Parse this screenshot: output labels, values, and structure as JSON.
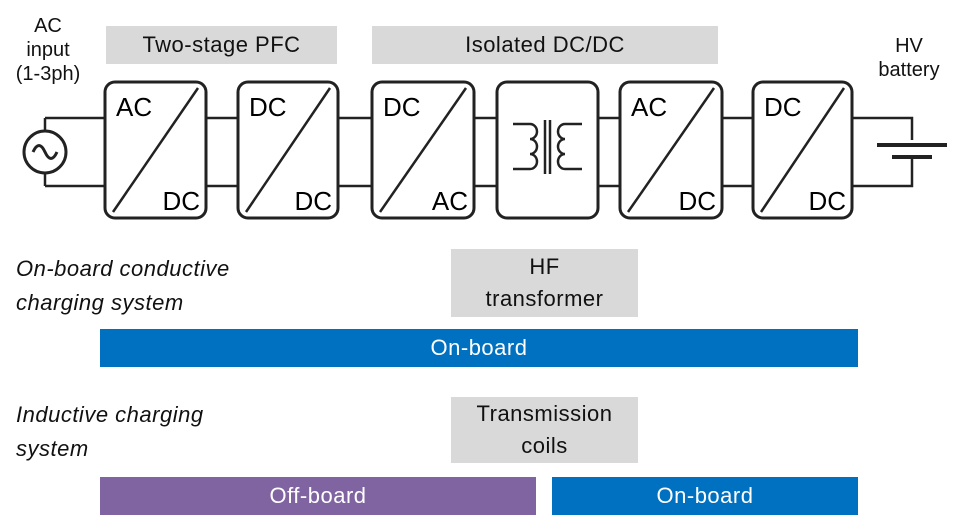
{
  "input_label": [
    "AC",
    "input",
    "(1-3ph)"
  ],
  "battery_label": [
    "HV",
    "battery"
  ],
  "stage_groups": {
    "pfc": "Two-stage PFC",
    "dcdc": "Isolated DC/DC"
  },
  "converters": [
    {
      "top": "AC",
      "bottom": "DC"
    },
    {
      "top": "DC",
      "bottom": "DC"
    },
    {
      "top": "DC",
      "bottom": "AC"
    },
    {
      "top": "AC",
      "bottom": "DC"
    },
    {
      "top": "DC",
      "bottom": "DC"
    }
  ],
  "conductive": {
    "system_label": [
      "On-board conductive",
      "charging system"
    ],
    "component": [
      "HF",
      "transformer"
    ],
    "bar": "On-board",
    "bar_color": "#0070c0"
  },
  "inductive": {
    "system_label": [
      "Inductive charging",
      "system"
    ],
    "component": [
      "Transmission",
      "coils"
    ],
    "offboard_bar": "Off-board",
    "offboard_color": "#8064a2",
    "onboard_bar": "On-board",
    "onboard_color": "#0070c0"
  }
}
